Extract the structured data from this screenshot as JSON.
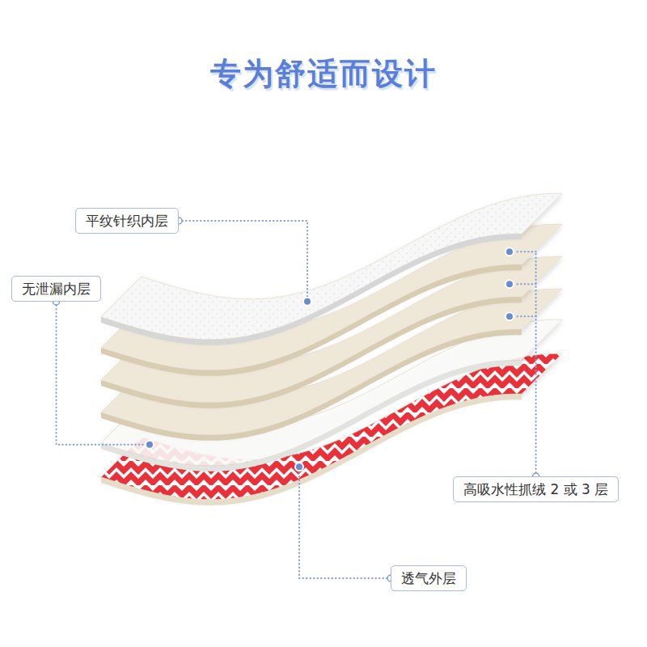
{
  "diagram": {
    "title": "专为舒适而设计",
    "nodes": [
      {
        "text": [
          "平纹针织内层"
        ]
      },
      {
        "text": [
          "无泄漏内层"
        ]
      },
      {
        "text": [
          "高吸水性抓绒 2 或 3 层"
        ]
      },
      {
        "text": [
          "透气外层"
        ]
      }
    ]
  }
}
